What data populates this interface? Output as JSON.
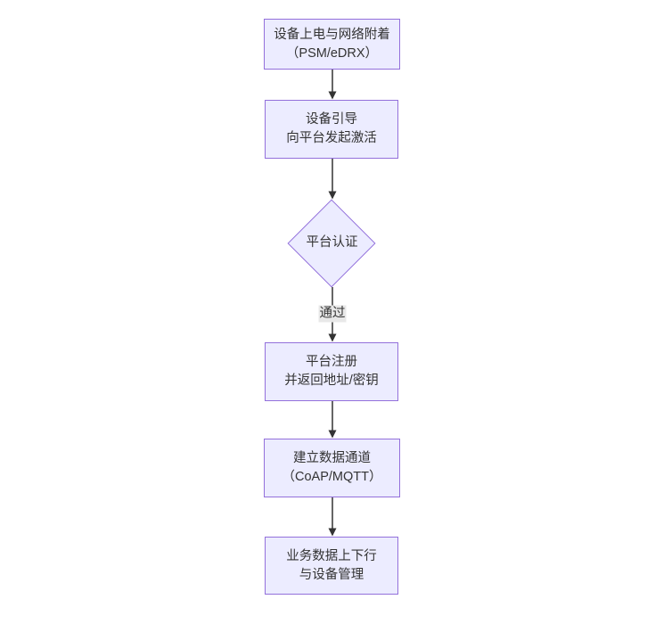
{
  "diagram": {
    "type": "flowchart-top-down",
    "colors": {
      "node_fill": "#ECECFF",
      "node_border": "#9370DB",
      "edge_line": "#333333",
      "text": "#333333",
      "edge_label_bg": "#e8e8e8",
      "background": "#ffffff"
    },
    "nodes": [
      {
        "id": "n1",
        "shape": "rect",
        "lines": [
          "设备上电与网络附着",
          "（PSM/eDRX）"
        ]
      },
      {
        "id": "n2",
        "shape": "rect",
        "lines": [
          "设备引导",
          "向平台发起激活"
        ]
      },
      {
        "id": "n3",
        "shape": "diamond",
        "lines": [
          "平台认证"
        ]
      },
      {
        "id": "n4",
        "shape": "rect",
        "lines": [
          "平台注册",
          "并返回地址/密钥"
        ]
      },
      {
        "id": "n5",
        "shape": "rect",
        "lines": [
          "建立数据通道",
          "（CoAP/MQTT）"
        ]
      },
      {
        "id": "n6",
        "shape": "rect",
        "lines": [
          "业务数据上下行",
          "与设备管理"
        ]
      }
    ],
    "edges": [
      {
        "from": "n1",
        "to": "n2",
        "label": ""
      },
      {
        "from": "n2",
        "to": "n3",
        "label": ""
      },
      {
        "from": "n3",
        "to": "n4",
        "label": "通过"
      },
      {
        "from": "n4",
        "to": "n5",
        "label": ""
      },
      {
        "from": "n5",
        "to": "n6",
        "label": ""
      }
    ]
  }
}
